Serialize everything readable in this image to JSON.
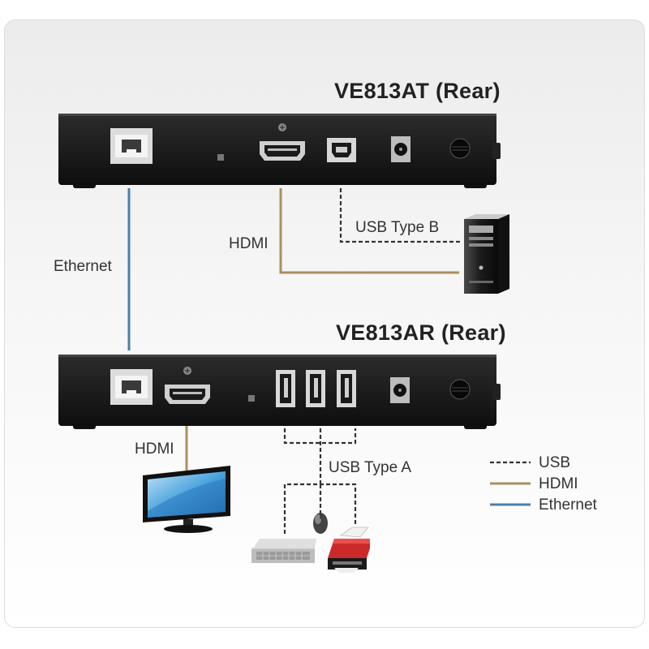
{
  "devices": {
    "transmitter": {
      "title": "VE813AT (Rear)"
    },
    "receiver": {
      "title": "VE813AR (Rear)"
    }
  },
  "connections": {
    "ethernet": "Ethernet",
    "hdmi_top": "HDMI",
    "usb_type_b": "USB Type B",
    "hdmi_bottom": "HDMI",
    "usb_type_a": "USB Type A"
  },
  "legend": [
    {
      "label": "USB",
      "style": "dashed",
      "color": "#333333"
    },
    {
      "label": "HDMI",
      "style": "solid",
      "color": "#a89060"
    },
    {
      "label": "Ethernet",
      "style": "solid",
      "color": "#4a80ad"
    }
  ],
  "icons": [
    "rj45-port-icon",
    "hdmi-port-icon",
    "usb-b-port-icon",
    "usb-a-port-icon",
    "power-jack-icon",
    "pc-tower-icon",
    "monitor-icon",
    "keyboard-icon",
    "mouse-icon",
    "printer-icon"
  ]
}
